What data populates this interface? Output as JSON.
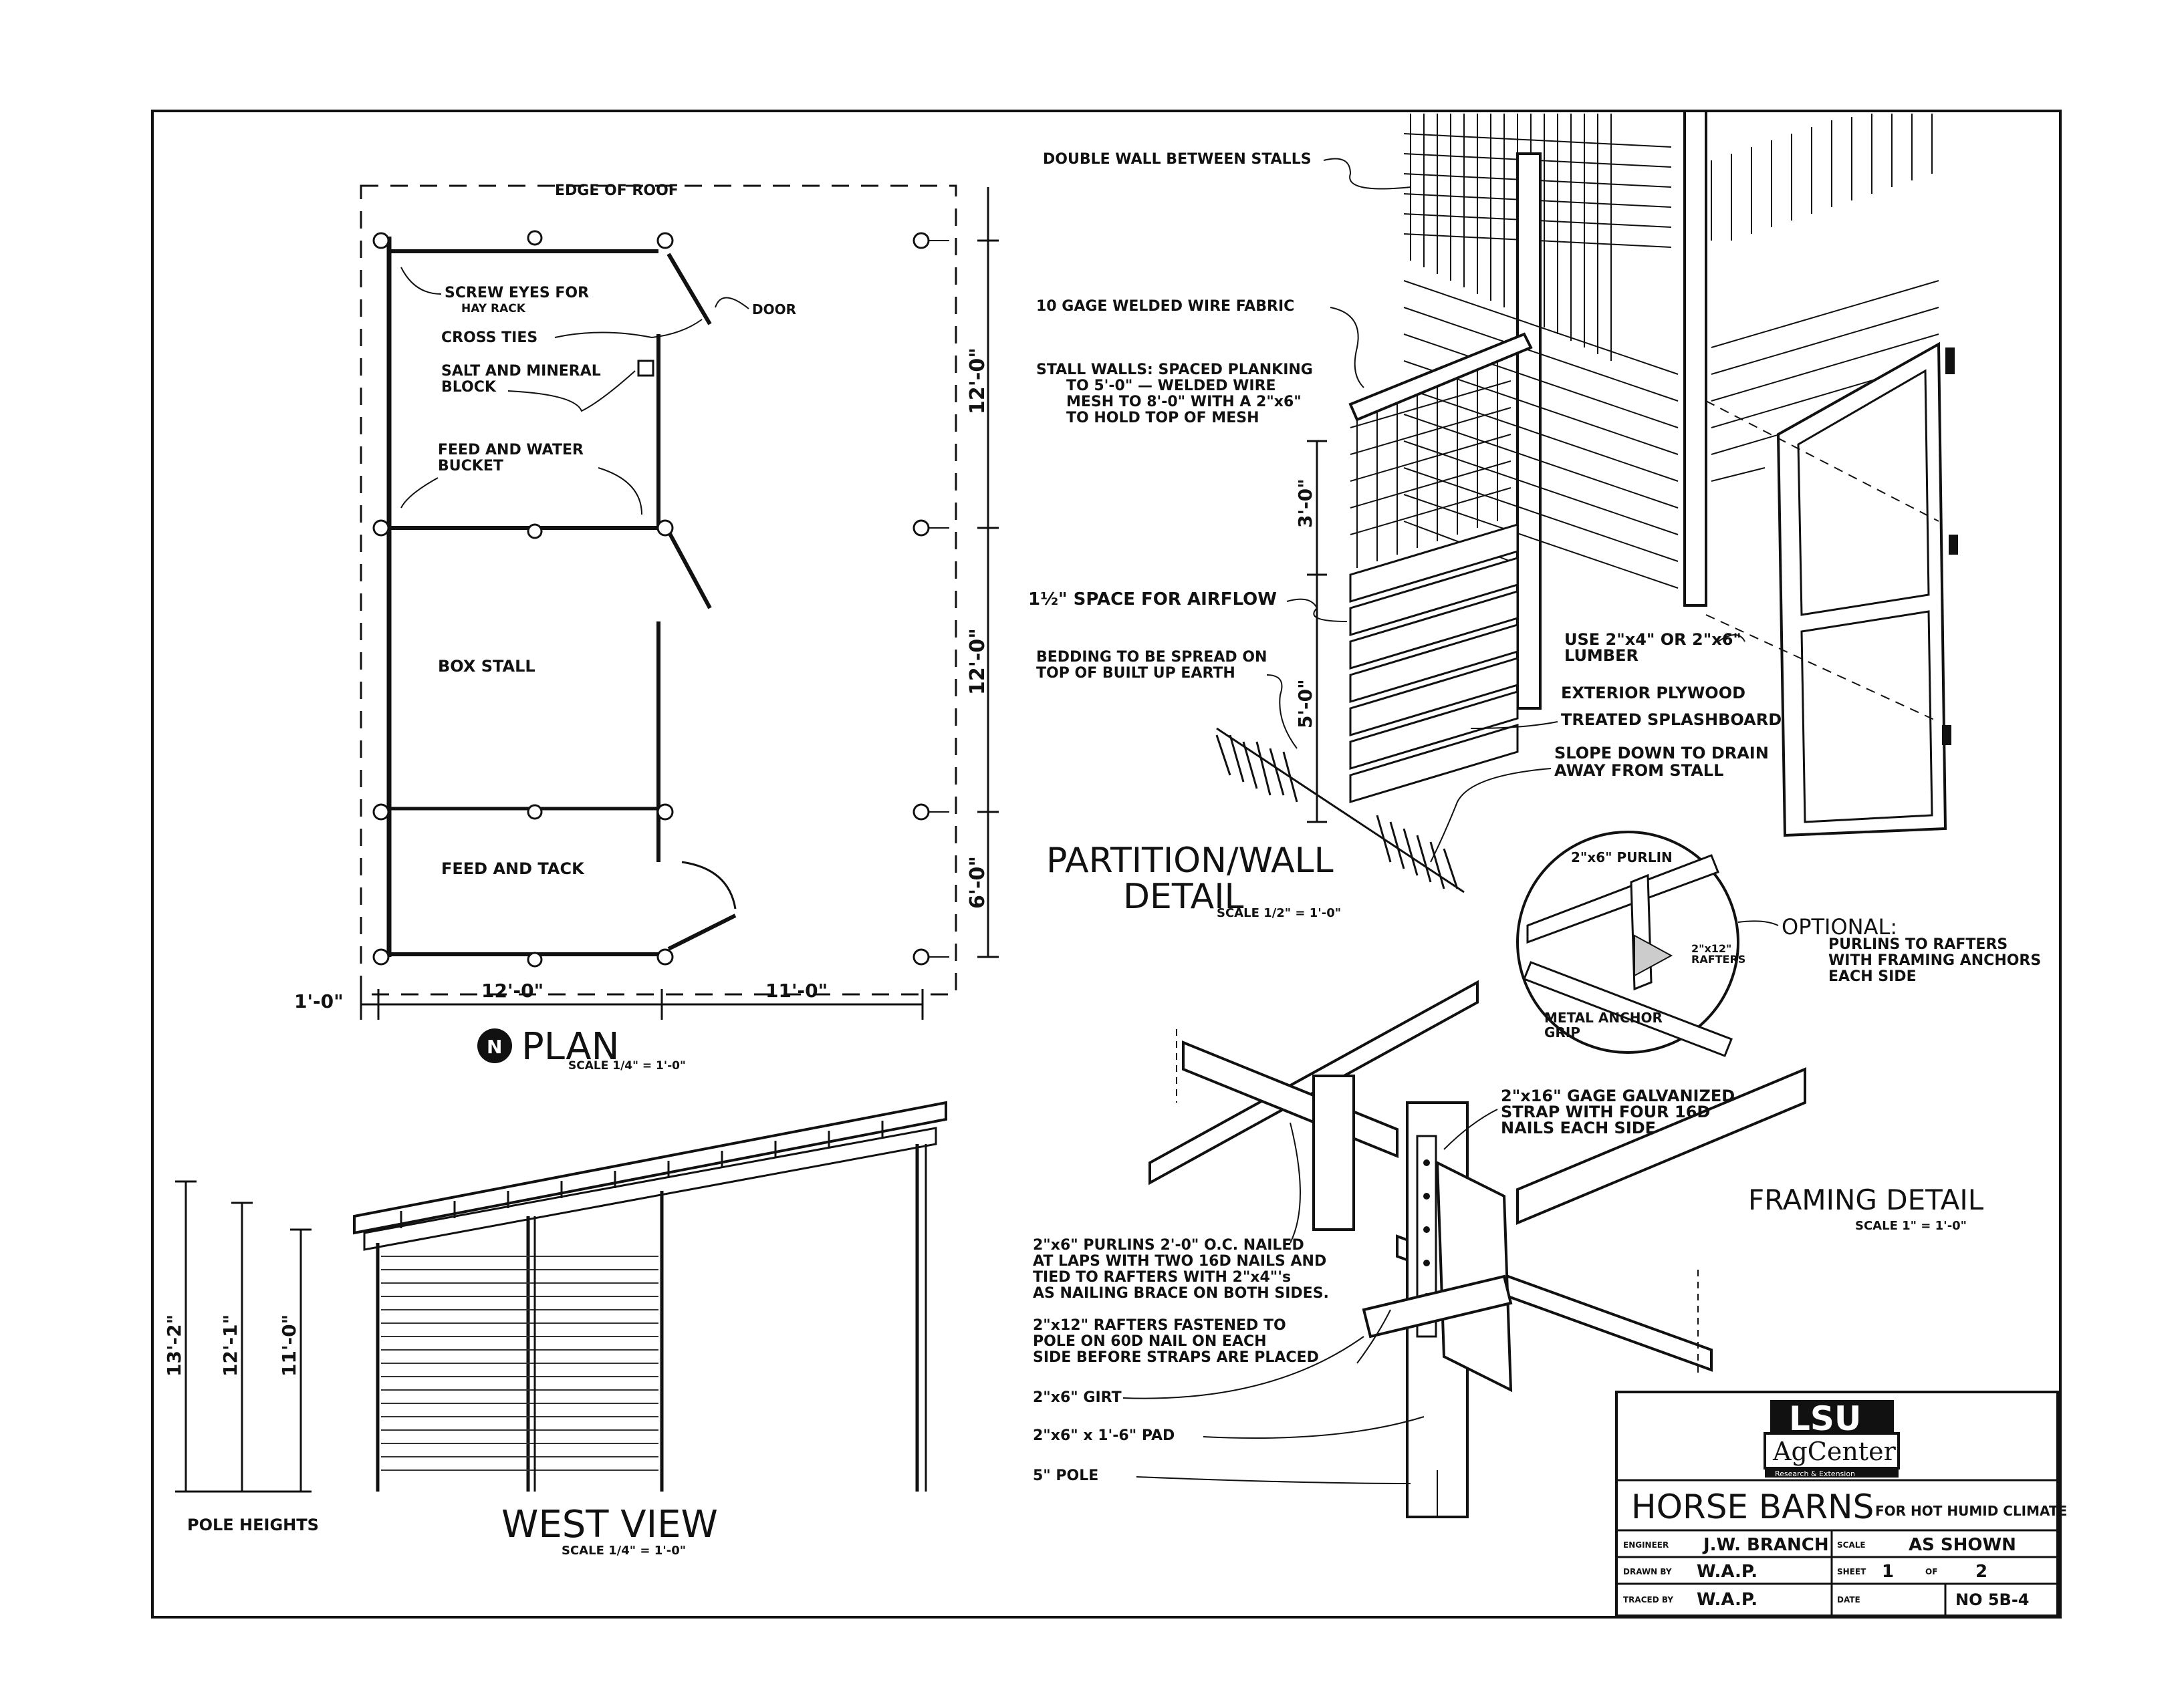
{
  "plan": {
    "edge_of_roof": "EDGE OF ROOF",
    "screw_eyes": [
      "SCREW EYES FOR",
      "HAY RACK"
    ],
    "door": "DOOR",
    "cross_ties": "CROSS TIES",
    "salt_block": [
      "SALT AND MINERAL",
      "BLOCK"
    ],
    "feed_water": [
      "FEED AND WATER",
      "BUCKET"
    ],
    "box_stall": "BOX STALL",
    "feed_tack": "FEED AND TACK",
    "dim_right": [
      "12'-0\"",
      "12'-0\"",
      "6'-0\""
    ],
    "dim_bottom": [
      "1'-0\"",
      "12'-0\"",
      "11'-0\""
    ],
    "title": "PLAN",
    "scale": "SCALE 1/4\" = 1'-0\""
  },
  "west_view": {
    "heights": [
      "13'-2\"",
      "12'-1\"",
      "11'-0\""
    ],
    "pole_heights": "POLE HEIGHTS",
    "title": "WEST VIEW",
    "scale": "SCALE 1/4\" = 1'-0\""
  },
  "partition": {
    "double_wall": "DOUBLE WALL BETWEEN STALLS",
    "wire_fabric": "10 GAGE WELDED WIRE FABRIC",
    "stall_walls": [
      "STALL WALLS: SPACED PLANKING",
      "TO 5'-0\" — WELDED WIRE",
      "MESH TO 8'-0\" WITH A 2\"x6\"",
      "TO HOLD TOP OF MESH"
    ],
    "dim_upper": "3'-0\"",
    "dim_lower": "5'-0\"",
    "airflow": "1½\" SPACE FOR AIRFLOW",
    "bedding": [
      "BEDDING TO BE SPREAD ON",
      "TOP OF BUILT UP EARTH"
    ],
    "lumber": [
      "USE 2\"x4\" OR 2\"x6\"",
      "LUMBER"
    ],
    "plywood": "EXTERIOR PLYWOOD",
    "splashboard": "TREATED SPLASHBOARD",
    "slope": [
      "SLOPE DOWN TO DRAIN",
      "AWAY FROM STALL"
    ],
    "title": [
      "PARTITION/WALL",
      "DETAIL"
    ],
    "scale": "SCALE 1/2\" = 1'-0\""
  },
  "optional": {
    "purlin": "2\"x6\" PURLIN",
    "rafters": [
      "2\"x12\"",
      "RAFTERS"
    ],
    "anchor": [
      "METAL ANCHOR",
      "GRIP"
    ],
    "title": "OPTIONAL:",
    "note": [
      "PURLINS TO RAFTERS",
      "WITH FRAMING ANCHORS",
      "EACH SIDE"
    ]
  },
  "framing": {
    "strap": [
      "2\"x16\" GAGE GALVANIZED",
      "STRAP WITH FOUR 16D",
      "NAILS EACH SIDE"
    ],
    "purlins": [
      "2\"x6\" PURLINS 2'-0\" O.C. NAILED",
      "AT LAPS WITH TWO 16D NAILS AND",
      "TIED TO RAFTERS WITH 2\"x4\"'s",
      "AS NAILING BRACE ON BOTH SIDES."
    ],
    "rafters": [
      "2\"x12\" RAFTERS FASTENED TO",
      "POLE ON 60D NAIL ON EACH",
      "SIDE BEFORE STRAPS ARE PLACED"
    ],
    "girt": "2\"x6\" GIRT",
    "pad": "2\"x6\" x 1'-6\" PAD",
    "pole": "5\" POLE",
    "title": "FRAMING DETAIL",
    "scale": "SCALE 1\" = 1'-0\""
  },
  "title_block": {
    "logo_main": "LSU",
    "logo_sub": "AgCenter",
    "logo_tag": "Research & Extension",
    "title": "HORSE BARNS",
    "subtitle": "FOR HOT HUMID CLIMATE",
    "engineer_label": "ENGINEER",
    "engineer": "J.W. BRANCH",
    "scale_label": "SCALE",
    "scale": "AS SHOWN",
    "drawn_label": "DRAWN BY",
    "drawn": "W.A.P.",
    "sheet_label": "SHEET",
    "sheet": "1",
    "of_label": "OF",
    "of": "2",
    "traced_label": "TRACED BY",
    "traced": "W.A.P.",
    "date_label": "DATE",
    "no": "NO 5B-4"
  }
}
